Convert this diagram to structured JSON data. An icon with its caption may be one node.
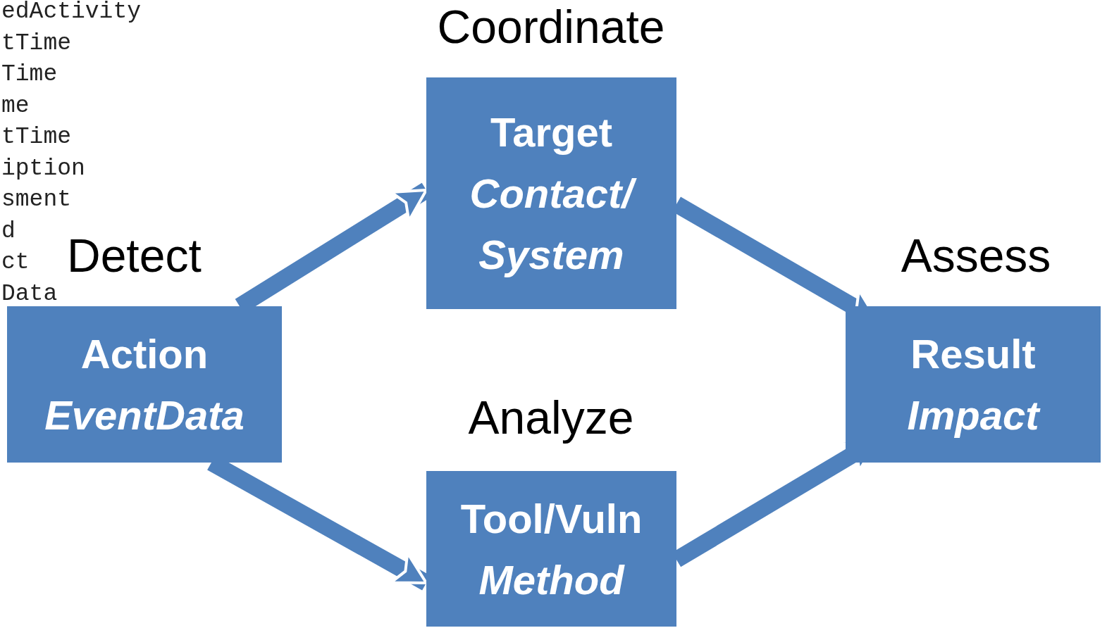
{
  "diagram": {
    "nodes": [
      {
        "text": [
          "Action",
          "EventData"
        ],
        "beside": [
          "Detect"
        ]
      },
      {
        "text": [
          "Target",
          "Contact/ System"
        ],
        "beside": [
          "Coordinate"
        ]
      },
      {
        "text": [
          "Tool/Vuln",
          "Method"
        ],
        "beside": [
          "Analyze"
        ]
      },
      {
        "text": [
          "Result",
          "Impact"
        ],
        "beside": [
          "Assess"
        ]
      }
    ],
    "edges": [
      {
        "from": 0,
        "to": 1,
        "arrow": "to"
      },
      {
        "from": 0,
        "to": 2,
        "arrow": "to"
      },
      {
        "from": 1,
        "to": 3,
        "arrow": "to"
      },
      {
        "from": 2,
        "to": 3,
        "arrow": "to"
      }
    ],
    "labels": [
      "edActivity",
      "tTime",
      "Time",
      "me",
      "tTime",
      "iption",
      "sment",
      "d",
      "ct",
      "Data"
    ]
  }
}
